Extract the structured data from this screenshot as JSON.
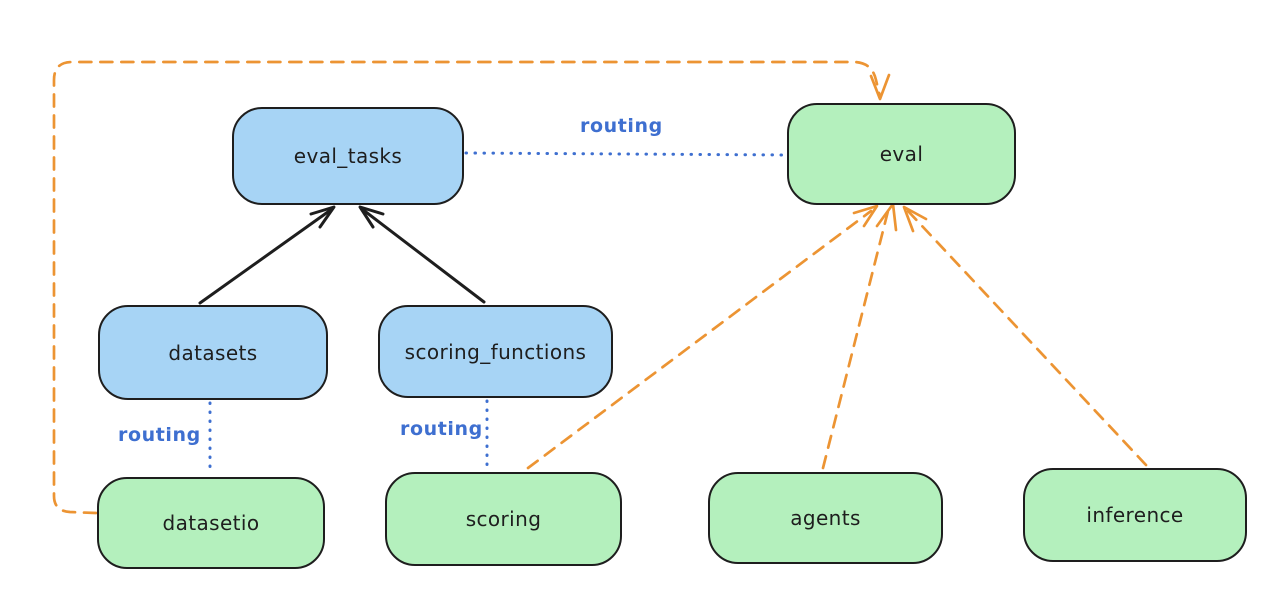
{
  "colors": {
    "background": "#ffffff",
    "node_stroke": "#1e1e1e",
    "blue_node_fill": "#a7d4f5",
    "green_node_fill": "#b4f0bd",
    "routing_blue": "#3e6fd0",
    "orange_dashed": "#ec9433",
    "black_arrow": "#1e1e1e"
  },
  "nodes": {
    "eval_tasks": {
      "label": "eval_tasks",
      "fill": "blue"
    },
    "eval": {
      "label": "eval",
      "fill": "green"
    },
    "datasets": {
      "label": "datasets",
      "fill": "blue"
    },
    "scoring_functions": {
      "label": "scoring_functions",
      "fill": "blue"
    },
    "datasetio": {
      "label": "datasetio",
      "fill": "green"
    },
    "scoring": {
      "label": "scoring",
      "fill": "green"
    },
    "agents": {
      "label": "agents",
      "fill": "green"
    },
    "inference": {
      "label": "inference",
      "fill": "green"
    }
  },
  "edge_labels": {
    "eval_tasks_to_eval": "routing",
    "datasets_to_datasetio": "routing",
    "scoring_functions_to_scoring": "routing"
  },
  "edges": [
    {
      "from": "datasets",
      "to": "eval_tasks",
      "style": "solid",
      "color": "black",
      "arrow": true,
      "label": ""
    },
    {
      "from": "scoring_functions",
      "to": "eval_tasks",
      "style": "solid",
      "color": "black",
      "arrow": true,
      "label": ""
    },
    {
      "from": "eval_tasks",
      "to": "eval",
      "style": "dotted",
      "color": "blue",
      "arrow": false,
      "label": "routing"
    },
    {
      "from": "datasets",
      "to": "datasetio",
      "style": "dotted",
      "color": "blue",
      "arrow": false,
      "label": "routing"
    },
    {
      "from": "scoring_functions",
      "to": "scoring",
      "style": "dotted",
      "color": "blue",
      "arrow": false,
      "label": "routing"
    },
    {
      "from": "datasetio",
      "to": "eval",
      "style": "dashed",
      "color": "orange",
      "arrow": true,
      "label": ""
    },
    {
      "from": "scoring",
      "to": "eval",
      "style": "dashed",
      "color": "orange",
      "arrow": true,
      "label": ""
    },
    {
      "from": "agents",
      "to": "eval",
      "style": "dashed",
      "color": "orange",
      "arrow": true,
      "label": ""
    },
    {
      "from": "inference",
      "to": "eval",
      "style": "dashed",
      "color": "orange",
      "arrow": true,
      "label": ""
    }
  ]
}
